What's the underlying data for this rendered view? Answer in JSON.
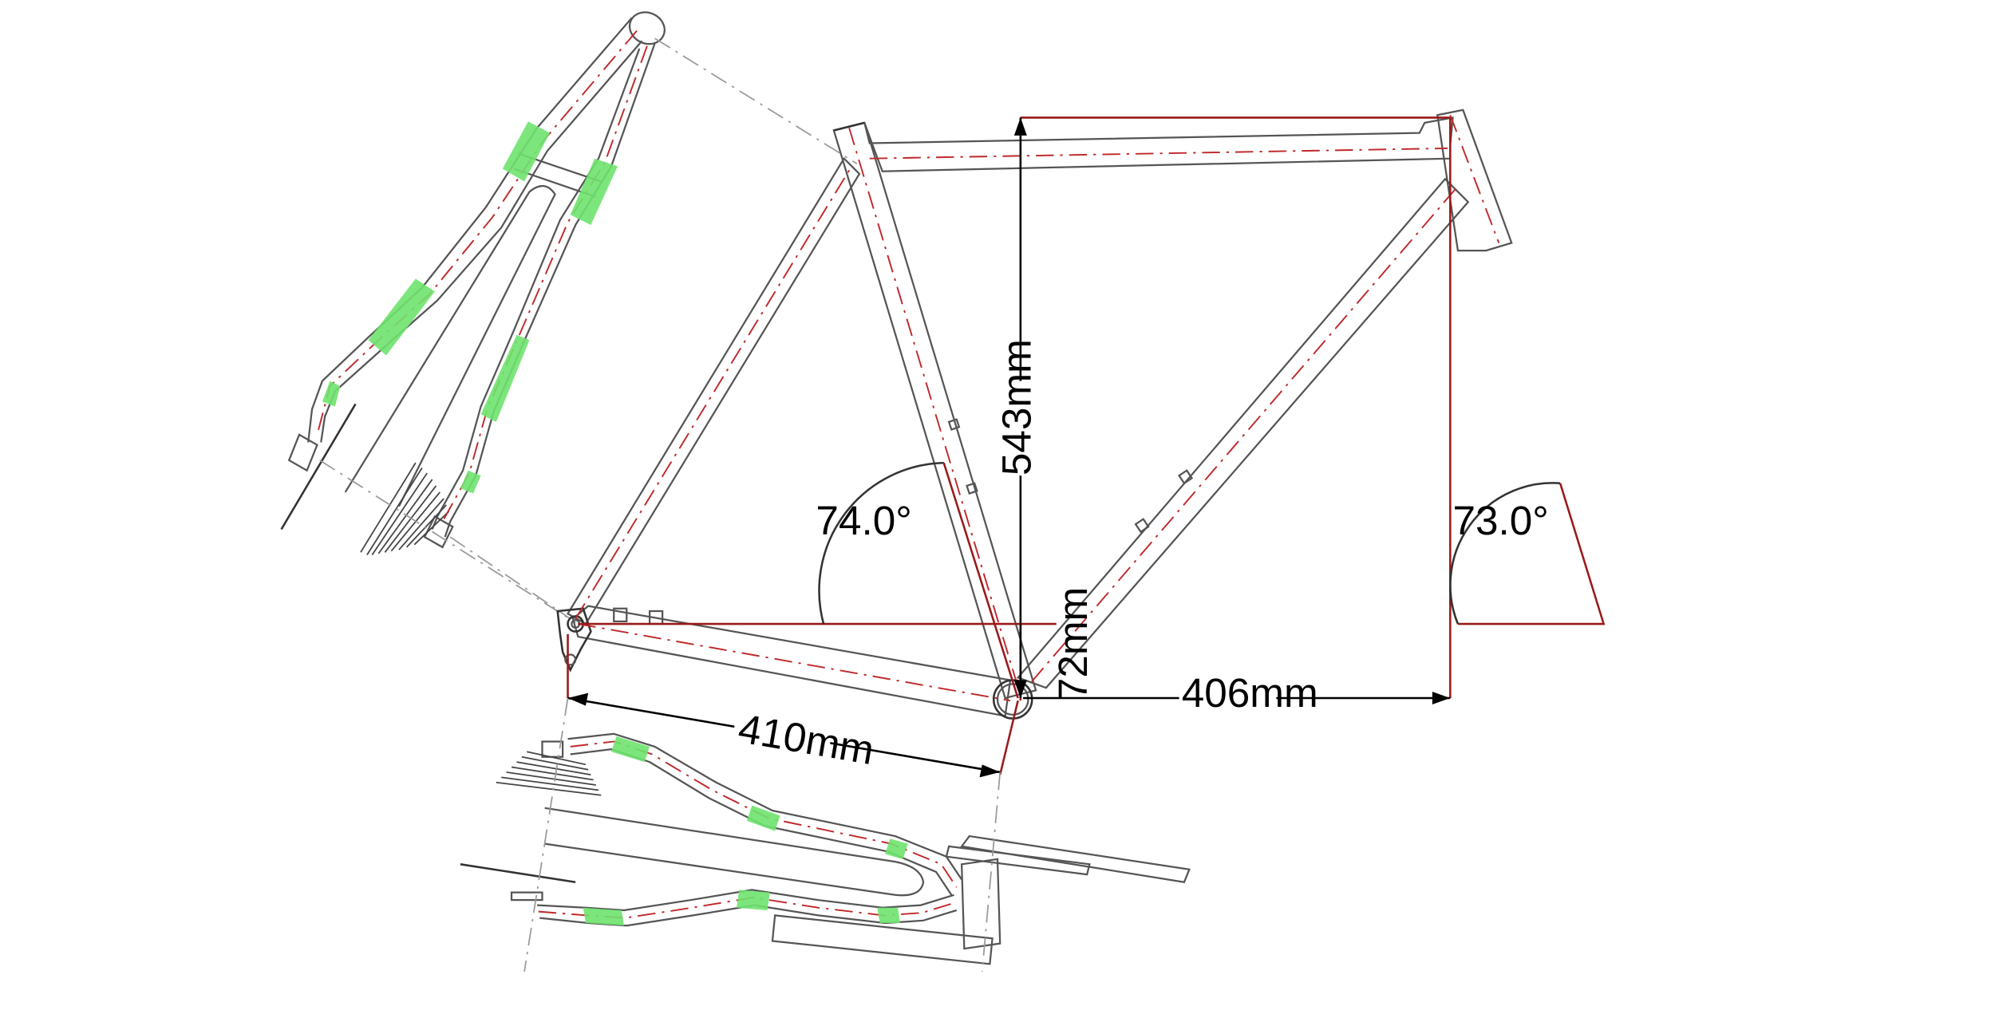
{
  "dimensions": {
    "stack": "543mm",
    "reach": "406mm",
    "chainstay": "410mm",
    "bb_drop": "72mm",
    "seat_angle": "74.0°",
    "head_angle": "73.0°"
  },
  "colors": {
    "frame_outline": "#555555",
    "centerline": "#c0282b",
    "reference_line": "#9a1a1a",
    "tube_highlight": "#6ee36e",
    "dimension": "#000000"
  }
}
